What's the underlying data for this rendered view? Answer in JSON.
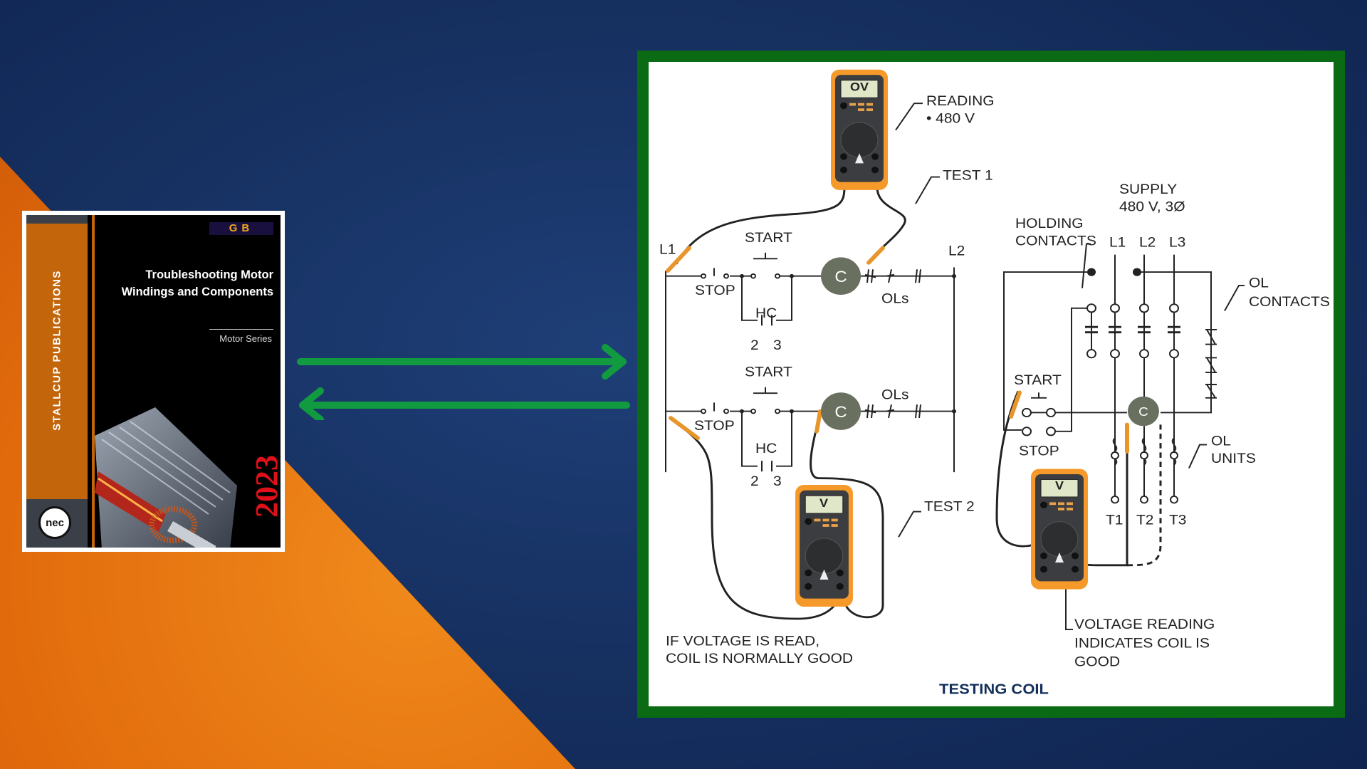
{
  "book": {
    "publisher": "STALLCUP PUBLICATIONS",
    "logo_top": "GB",
    "logo_bottom": "nec",
    "title": "Troubleshooting Motor Windings and Components",
    "series": "Motor Series",
    "year": "2023"
  },
  "arrows": {
    "color": "#119a3f",
    "directions": [
      "right",
      "left"
    ]
  },
  "diagram": {
    "title": "TESTING COIL",
    "meter1_display": "OV",
    "meter2_display": "V",
    "meter3_display": "V",
    "reading_line1": "READING",
    "reading_line2": "• 480 V",
    "test1": "TEST 1",
    "test2": "TEST 2",
    "l1": "L1",
    "l2": "L2",
    "start": "START",
    "stop": "STOP",
    "coil": "C",
    "ols": "OLs",
    "hc": "HC",
    "hc_2": "2",
    "hc_3": "3",
    "note_line1": "IF VOLTAGE IS READ,",
    "note_line2": "COIL IS NORMALLY GOOD",
    "supply_line1": "SUPPLY",
    "supply_line2": "480 V, 3Ø",
    "holding_line1": "HOLDING",
    "holding_line2": "CONTACTS",
    "phase_l1": "L1",
    "phase_l2": "L2",
    "phase_l3": "L3",
    "ol_contacts_line1": "OL",
    "ol_contacts_line2": "CONTACTS",
    "ol_units_line1": "OL",
    "ol_units_line2": "UNITS",
    "t1": "T1",
    "t2": "T2",
    "t3": "T3",
    "vr_line1": "VOLTAGE READING",
    "vr_line2": "INDICATES COIL IS",
    "vr_line3": "GOOD",
    "frame_color": "#0a6b14"
  }
}
